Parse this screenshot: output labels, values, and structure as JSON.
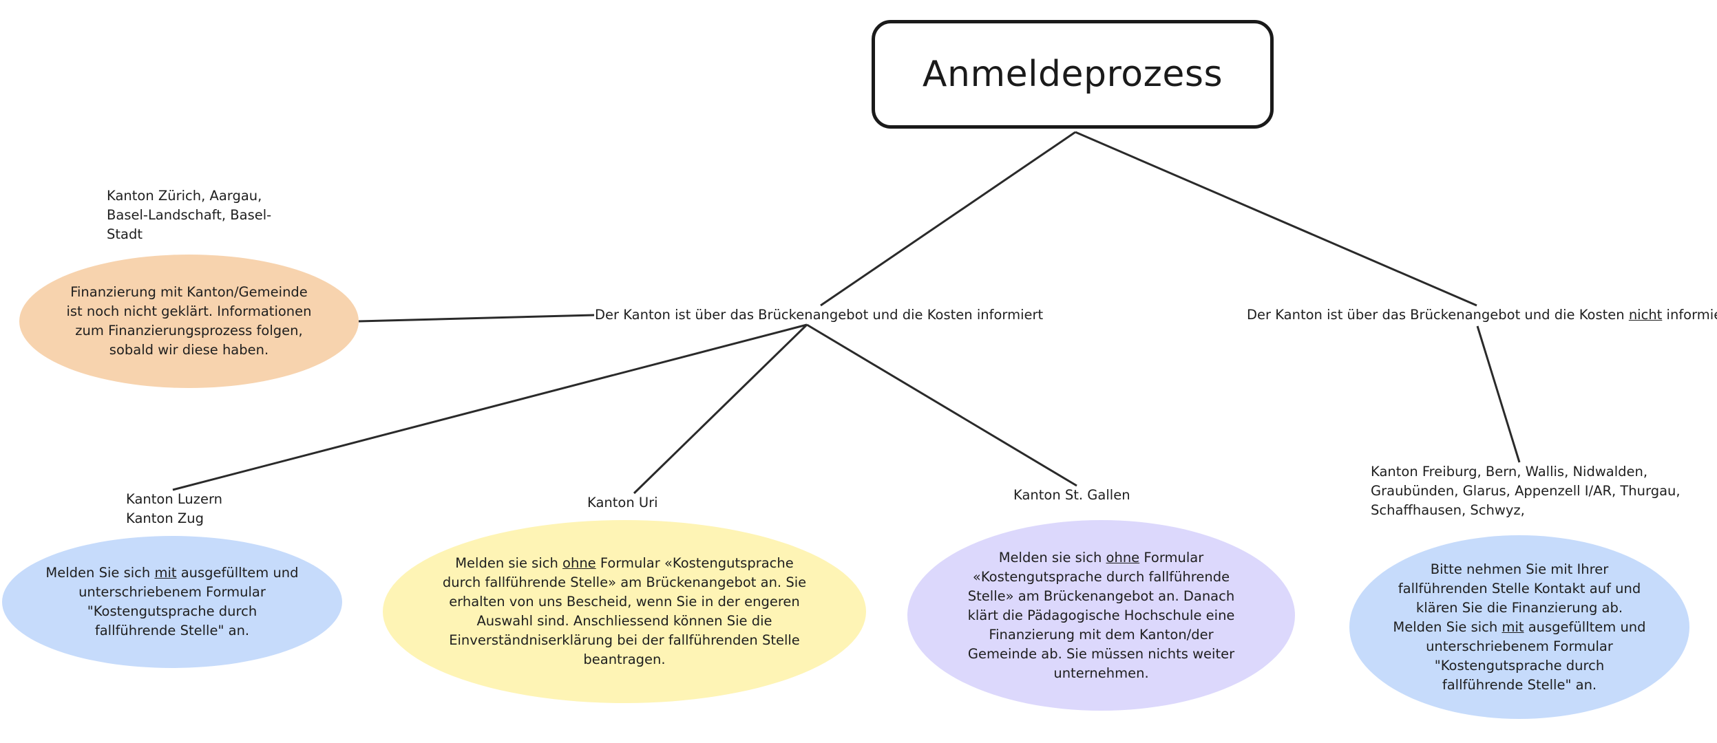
{
  "title": "Anmeldeprozess",
  "colors": {
    "line": "#2a2a2a",
    "orange": "#f7d3ae",
    "blue": "#c6dbfb",
    "yellow": "#fef4b5",
    "purple": "#dcd8fc"
  },
  "branches": {
    "informed": {
      "label": "Der Kanton ist über das Brückenangebot und die Kosten informiert"
    },
    "not_informed": {
      "label_before": "Der Kanton ist über das Brückenangebot und die Kosten ",
      "label_emphasis": "nicht",
      "label_after": " informiert"
    }
  },
  "groups": {
    "zurich": {
      "cantons": [
        "Kanton Zürich, Aargau,",
        "Basel-Landschaft, Basel-",
        "Stadt"
      ],
      "note_lines": [
        "Finanzierung mit Kanton/Gemeinde",
        "ist noch nicht geklärt. Informationen",
        "zum Finanzierungsprozess folgen,",
        "sobald wir diese haben."
      ]
    },
    "luzern": {
      "cantons": [
        "Kanton Luzern",
        "Kanton Zug"
      ],
      "note": {
        "l1_before": "Melden Sie sich ",
        "l1_emphasis": "mit",
        "l1_after": " ausgefülltem und",
        "rest": [
          "unterschriebenem Formular",
          "\"Kostengutsprache durch",
          "fallführende Stelle\" an."
        ]
      }
    },
    "uri": {
      "cantons": [
        "Kanton Uri"
      ],
      "note": {
        "l1_before": "Melden sie sich ",
        "l1_emphasis": "ohne",
        "l1_after": " Formular «Kostengutsprache",
        "rest": [
          "durch fallführende Stelle» am Brückenangebot an. Sie",
          "erhalten von uns Bescheid, wenn Sie in der engeren",
          "Auswahl sind. Anschliessend können Sie die",
          "Einverständniserklärung bei der fallführenden Stelle",
          "beantragen."
        ]
      }
    },
    "stgallen": {
      "cantons": [
        "Kanton St. Gallen"
      ],
      "note": {
        "l1_before": "Melden sie sich ",
        "l1_emphasis": "ohne",
        "l1_after": " Formular",
        "rest": [
          "«Kostengutsprache durch fallführende",
          "Stelle» am Brückenangebot an. Danach",
          "klärt die Pädagogische Hochschule eine",
          "Finanzierung mit dem Kanton/der",
          "Gemeinde ab. Sie müssen nichts weiter",
          "unternehmen."
        ]
      }
    },
    "freiburg": {
      "cantons": [
        "Kanton Freiburg, Bern, Wallis, Nidwalden,",
        "Graubünden, Glarus, Appenzell I/AR, Thurgau,",
        "Schaffhausen, Schwyz,"
      ],
      "note": {
        "pre": [
          "Bitte nehmen Sie mit Ihrer",
          "fallführenden Stelle Kontakt auf und",
          "klären Sie die Finanzierung ab."
        ],
        "l1_before": "Melden Sie sich ",
        "l1_emphasis": "mit",
        "l1_after": " ausgefülltem und",
        "rest": [
          "unterschriebenem Formular",
          "\"Kostengutsprache durch",
          "fallführende Stelle\" an."
        ]
      }
    }
  }
}
